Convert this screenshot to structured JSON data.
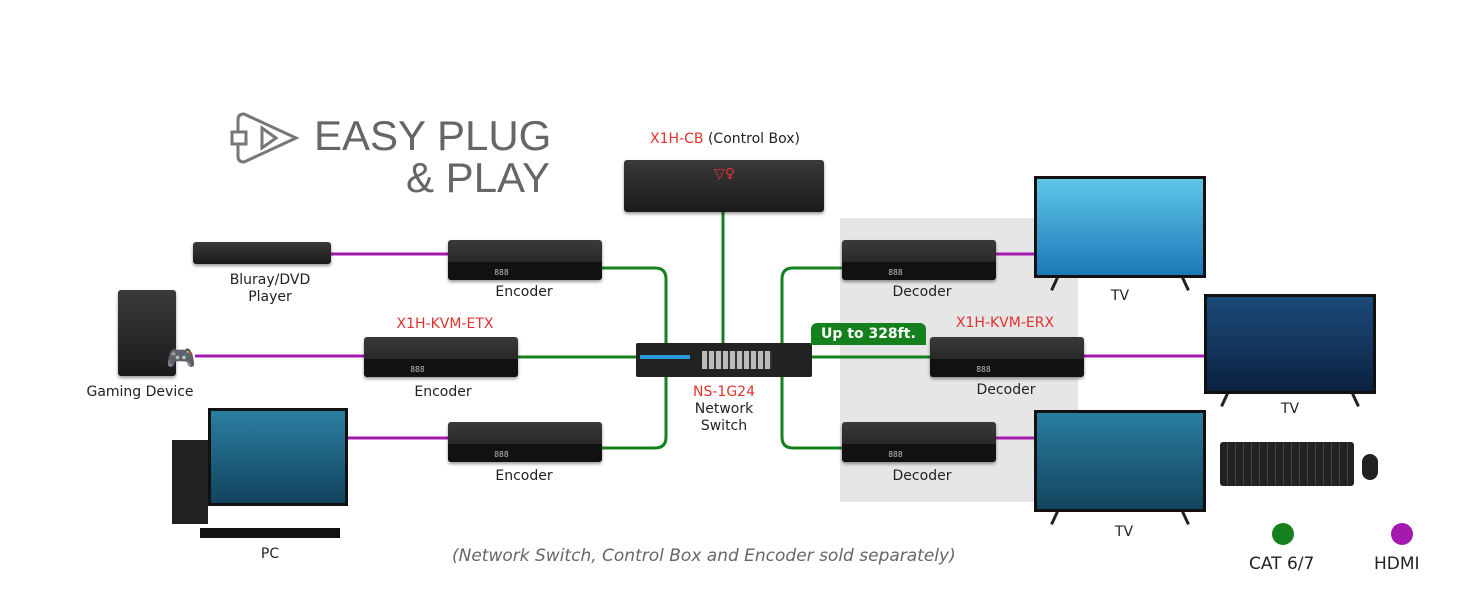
{
  "title": {
    "line1": "EASY PLUG",
    "line2": "& PLAY",
    "icon": "plug-play-icon",
    "color": "#666666"
  },
  "control_box": {
    "model": "X1H-CB",
    "desc": " (Control Box)"
  },
  "switch": {
    "model": "NS-1G24",
    "line2": "Network",
    "line3": "Switch"
  },
  "sources": [
    {
      "label_line1": "Bluray/DVD",
      "label_line2": "Player"
    },
    {
      "label_line1": "Gaming Device",
      "label_line2": ""
    },
    {
      "label_line1": "PC",
      "label_line2": ""
    }
  ],
  "encoders": [
    {
      "label": "Encoder"
    },
    {
      "label": "Encoder",
      "model": "X1H-KVM-ETX"
    },
    {
      "label": "Encoder"
    }
  ],
  "decoders": [
    {
      "label": "Decoder"
    },
    {
      "label": "Decoder",
      "model": "X1H-KVM-ERX"
    },
    {
      "label": "Decoder"
    }
  ],
  "tvs": [
    {
      "label": "TV"
    },
    {
      "label": "TV"
    },
    {
      "label": "TV"
    }
  ],
  "distance_badge": "Up to 328ft.",
  "footnote": "(Network Switch, Control Box and Encoder sold separately)",
  "legend": [
    {
      "label": "CAT 6/7",
      "color": "#15801e"
    },
    {
      "label": "HDMI",
      "color": "#a318ad"
    }
  ],
  "colors": {
    "cat": "#15801e",
    "hdmi": "#a318ad",
    "accent_red": "#e0322e",
    "decoder_panel": "#e6e6e6"
  }
}
